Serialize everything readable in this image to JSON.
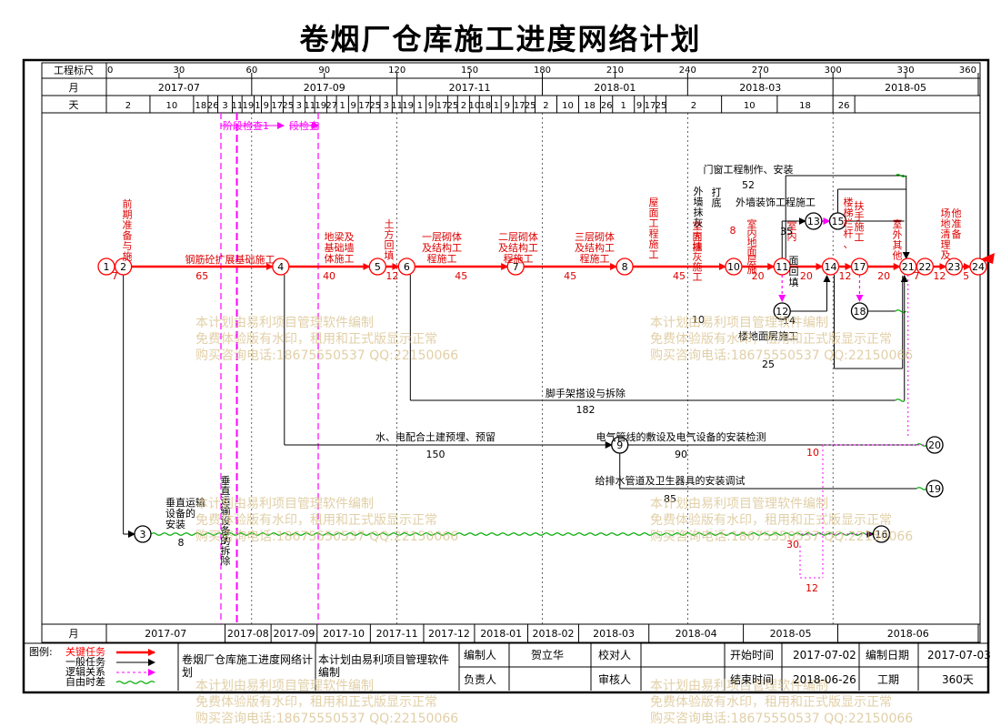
{
  "title": "卷烟厂仓库施工进度网络计划",
  "colors": {
    "critical": "#ff0000",
    "normal": "#000000",
    "logic": "#ff00ff",
    "float": "#00aa00",
    "red_text": "#dd0000"
  },
  "scale": {
    "label": "工程标尺",
    "ticks": [
      "0",
      "30",
      "60",
      "90",
      "120",
      "150",
      "180",
      "210",
      "240",
      "270",
      "300",
      "330",
      "360"
    ]
  },
  "top_months": {
    "label": "月",
    "items": [
      {
        "t": "2017-07",
        "d0": 0,
        "d1": 60
      },
      {
        "t": "2017-09",
        "d0": 60,
        "d1": 120
      },
      {
        "t": "2017-11",
        "d0": 120,
        "d1": 180
      },
      {
        "t": "2018-01",
        "d0": 180,
        "d1": 240
      },
      {
        "t": "2018-03",
        "d0": 240,
        "d1": 300
      },
      {
        "t": "2018-05",
        "d0": 300,
        "d1": 360
      }
    ]
  },
  "days_row": {
    "label": "天",
    "items": [
      {
        "t": "2",
        "d0": 0,
        "d1": 18
      },
      {
        "t": "10",
        "d0": 18,
        "d1": 36
      },
      {
        "t": "18",
        "d0": 36,
        "d1": 42
      },
      {
        "t": "26",
        "d0": 42,
        "d1": 46
      },
      {
        "t": "3",
        "d0": 46,
        "d1": 52
      },
      {
        "t": "11",
        "d0": 52,
        "d1": 56
      },
      {
        "t": "19",
        "d0": 56,
        "d1": 61
      },
      {
        "t": "1",
        "d0": 61,
        "d1": 64
      },
      {
        "t": "9",
        "d0": 64,
        "d1": 68
      },
      {
        "t": "17",
        "d0": 68,
        "d1": 73
      },
      {
        "t": "25",
        "d0": 73,
        "d1": 77
      },
      {
        "t": "3",
        "d0": 77,
        "d1": 82
      },
      {
        "t": "11",
        "d0": 82,
        "d1": 86
      },
      {
        "t": "19",
        "d0": 86,
        "d1": 91
      },
      {
        "t": "27",
        "d0": 91,
        "d1": 95
      },
      {
        "t": "1",
        "d0": 95,
        "d1": 100
      },
      {
        "t": "9",
        "d0": 100,
        "d1": 104
      },
      {
        "t": "17",
        "d0": 104,
        "d1": 109
      },
      {
        "t": "25",
        "d0": 109,
        "d1": 113
      },
      {
        "t": "3",
        "d0": 113,
        "d1": 118
      },
      {
        "t": "11",
        "d0": 118,
        "d1": 122
      },
      {
        "t": "19",
        "d0": 122,
        "d1": 127
      },
      {
        "t": "1",
        "d0": 127,
        "d1": 132
      },
      {
        "t": "9",
        "d0": 132,
        "d1": 136
      },
      {
        "t": "17",
        "d0": 136,
        "d1": 141
      },
      {
        "t": "25",
        "d0": 141,
        "d1": 145
      },
      {
        "t": "2",
        "d0": 145,
        "d1": 150
      },
      {
        "t": "10",
        "d0": 150,
        "d1": 154
      },
      {
        "t": "18",
        "d0": 154,
        "d1": 159
      },
      {
        "t": "1",
        "d0": 159,
        "d1": 163
      },
      {
        "t": "9",
        "d0": 163,
        "d1": 168
      },
      {
        "t": "17",
        "d0": 168,
        "d1": 173
      },
      {
        "t": "25",
        "d0": 173,
        "d1": 177
      },
      {
        "t": "2",
        "d0": 177,
        "d1": 186
      },
      {
        "t": "10",
        "d0": 186,
        "d1": 195
      },
      {
        "t": "18",
        "d0": 195,
        "d1": 204
      },
      {
        "t": "26",
        "d0": 204,
        "d1": 209
      },
      {
        "t": "1",
        "d0": 209,
        "d1": 218
      },
      {
        "t": "9",
        "d0": 218,
        "d1": 222
      },
      {
        "t": "17",
        "d0": 222,
        "d1": 227
      },
      {
        "t": "25",
        "d0": 227,
        "d1": 231
      },
      {
        "t": "2",
        "d0": 231,
        "d1": 254
      },
      {
        "t": "10",
        "d0": 254,
        "d1": 277
      },
      {
        "t": "18",
        "d0": 277,
        "d1": 300
      },
      {
        "t": "26",
        "d0": 300,
        "d1": 309
      }
    ]
  },
  "bottom_months": {
    "label": "月",
    "items": [
      {
        "t": "2017-07",
        "d0": 0,
        "d1": 49
      },
      {
        "t": "2017-08",
        "d0": 49,
        "d1": 68
      },
      {
        "t": "2017-09",
        "d0": 68,
        "d1": 87
      },
      {
        "t": "2017-10",
        "d0": 87,
        "d1": 109
      },
      {
        "t": "2017-11",
        "d0": 109,
        "d1": 131
      },
      {
        "t": "2017-12",
        "d0": 131,
        "d1": 152
      },
      {
        "t": "2018-01",
        "d0": 152,
        "d1": 174
      },
      {
        "t": "2018-02",
        "d0": 174,
        "d1": 195
      },
      {
        "t": "2018-03",
        "d0": 195,
        "d1": 224
      },
      {
        "t": "2018-04",
        "d0": 224,
        "d1": 263
      },
      {
        "t": "2018-05",
        "d0": 263,
        "d1": 302
      },
      {
        "t": "2018-06",
        "d0": 302,
        "d1": 360
      }
    ]
  },
  "milestones": [
    {
      "t": "阶段检查1",
      "day": 43
    },
    {
      "t": "段检查",
      "day": 67
    }
  ],
  "nodes": [
    {
      "id": "1",
      "day": 0,
      "row": "main"
    },
    {
      "id": "2",
      "day": 7,
      "row": "main"
    },
    {
      "id": "4",
      "day": 72,
      "row": "main"
    },
    {
      "id": "5",
      "day": 112,
      "row": "main"
    },
    {
      "id": "6",
      "day": 124,
      "row": "main"
    },
    {
      "id": "7",
      "day": 169,
      "row": "main"
    },
    {
      "id": "8",
      "day": 214,
      "row": "main"
    },
    {
      "id": "10",
      "day": 259,
      "row": "main"
    },
    {
      "id": "11",
      "day": 279,
      "row": "main"
    },
    {
      "id": "14",
      "day": 299,
      "row": "main"
    },
    {
      "id": "17",
      "day": 311,
      "row": "main"
    },
    {
      "id": "21",
      "day": 331,
      "row": "main"
    },
    {
      "id": "22",
      "day": 338,
      "row": "main"
    },
    {
      "id": "23",
      "day": 350,
      "row": "main"
    },
    {
      "id": "24",
      "day": 355,
      "row": "main"
    },
    {
      "id": "13",
      "day": 292,
      "row": "r13"
    },
    {
      "id": "15",
      "day": 302,
      "row": "r13"
    },
    {
      "id": "12",
      "day": 279,
      "row": "r12"
    },
    {
      "id": "18",
      "day": 311,
      "row": "r12"
    },
    {
      "id": "9",
      "day": 212,
      "row": "r9"
    },
    {
      "id": "20",
      "day": 342,
      "row": "r9"
    },
    {
      "id": "19",
      "day": 342,
      "row": "r19"
    },
    {
      "id": "3",
      "day": 15,
      "row": "r3"
    },
    {
      "id": "16",
      "day": 320,
      "row": "r3"
    }
  ],
  "main_tasks": [
    {
      "name": "前期准备与施工放线",
      "dur": "7",
      "from": "1",
      "to": "2"
    },
    {
      "name": "钢筋砼扩展基础施工",
      "dur": "65",
      "from": "2",
      "to": "4"
    },
    {
      "name": "地梁及基础墙体施工",
      "dur": "40",
      "from": "4",
      "to": "5"
    },
    {
      "name": "土方回填",
      "dur": "12",
      "from": "5",
      "to": "6"
    },
    {
      "name": "一层砌体及结构工程施工",
      "dur": "45",
      "from": "6",
      "to": "7"
    },
    {
      "name": "二层砌体及结构工程施工",
      "dur": "45",
      "from": "7",
      "to": "8"
    },
    {
      "name": "三层砌体及结构工程施工",
      "dur": "45",
      "from": "8",
      "to": "10"
    },
    {
      "name": "屋面工程施工",
      "dur": "20",
      "from": "10",
      "to": "11"
    },
    {
      "name": "室内墙面抹灰",
      "dur": "20",
      "from": "11",
      "to": "14"
    },
    {
      "name": "室内地面层施工",
      "dur": "12",
      "from": "14",
      "to": "17"
    },
    {
      "name": "室内墙面涂料施工",
      "dur": "20",
      "from": "17",
      "to": "21"
    },
    {
      "name": "楼梯栏杆、扶手施工",
      "dur": "7",
      "from": "21",
      "to": "22"
    },
    {
      "name": "室外其他工程施工",
      "dur": "12",
      "from": "22",
      "to": "23"
    },
    {
      "name": "场地清理及其他准备",
      "dur": "5",
      "from": "23",
      "to": "24"
    }
  ],
  "other_tasks": {
    "doors": {
      "name": "门窗工程制作、安装"
    },
    "facade_plaster": {
      "name": "外墙抹灰打底"
    },
    "facade_deco": {
      "name": "外墙装饰工程施工",
      "dur": "52"
    },
    "floor_layer": {
      "name": "楼地面层施工",
      "dur": "25"
    },
    "scaffold": {
      "name": "脚手架搭设与拆除",
      "dur": "182"
    },
    "embed": {
      "name": "水、电配合土建预埋、预留",
      "dur": "150"
    },
    "electric": {
      "name": "电气管线的敷设及电气设备的安装检测",
      "dur": "90",
      "float": "10"
    },
    "plumbing": {
      "name": "给排水管道及卫生器具的安装调试",
      "dur": "85"
    },
    "lift_install": {
      "name": "垂直运输设备的安装",
      "dur": "8"
    },
    "lift_remove": {
      "name": "垂直运输设备的拆除",
      "dur": "7"
    },
    "lift_float": {
      "float": "30"
    },
    "pink_float": {
      "float": "12"
    },
    "misc": {
      "d8": "8",
      "d10": "10",
      "d14": "14",
      "d35": "35",
      "t_backfill": "回填"
    }
  },
  "watermark": {
    "line1": "本计划由易利项目管理软件编制",
    "line2": "免费体验版有水印，租用和正式版显示正常",
    "line3": "购买咨询电话:18675550537 QQ:22150066"
  },
  "legend": {
    "label": "图例:",
    "items": [
      "关键任务",
      "一般任务",
      "逻辑关系",
      "自由时差"
    ]
  },
  "footer": {
    "project_name": "卷烟厂仓库施工进度网络计划",
    "software": "本计划由易利项目管理软件编制",
    "prepared_by_label": "编制人",
    "prepared_by": "贺立华",
    "checker_label": "校对人",
    "checker": "",
    "owner_label": "负责人",
    "owner": "",
    "reviewer_label": "审核人",
    "reviewer": "",
    "start_label": "开始时间",
    "start": "2017-07-02",
    "end_label": "结束时间",
    "end": "2018-06-26",
    "date_label": "编制日期",
    "date": "2017-07-03",
    "duration_label": "工期",
    "duration": "360天"
  }
}
